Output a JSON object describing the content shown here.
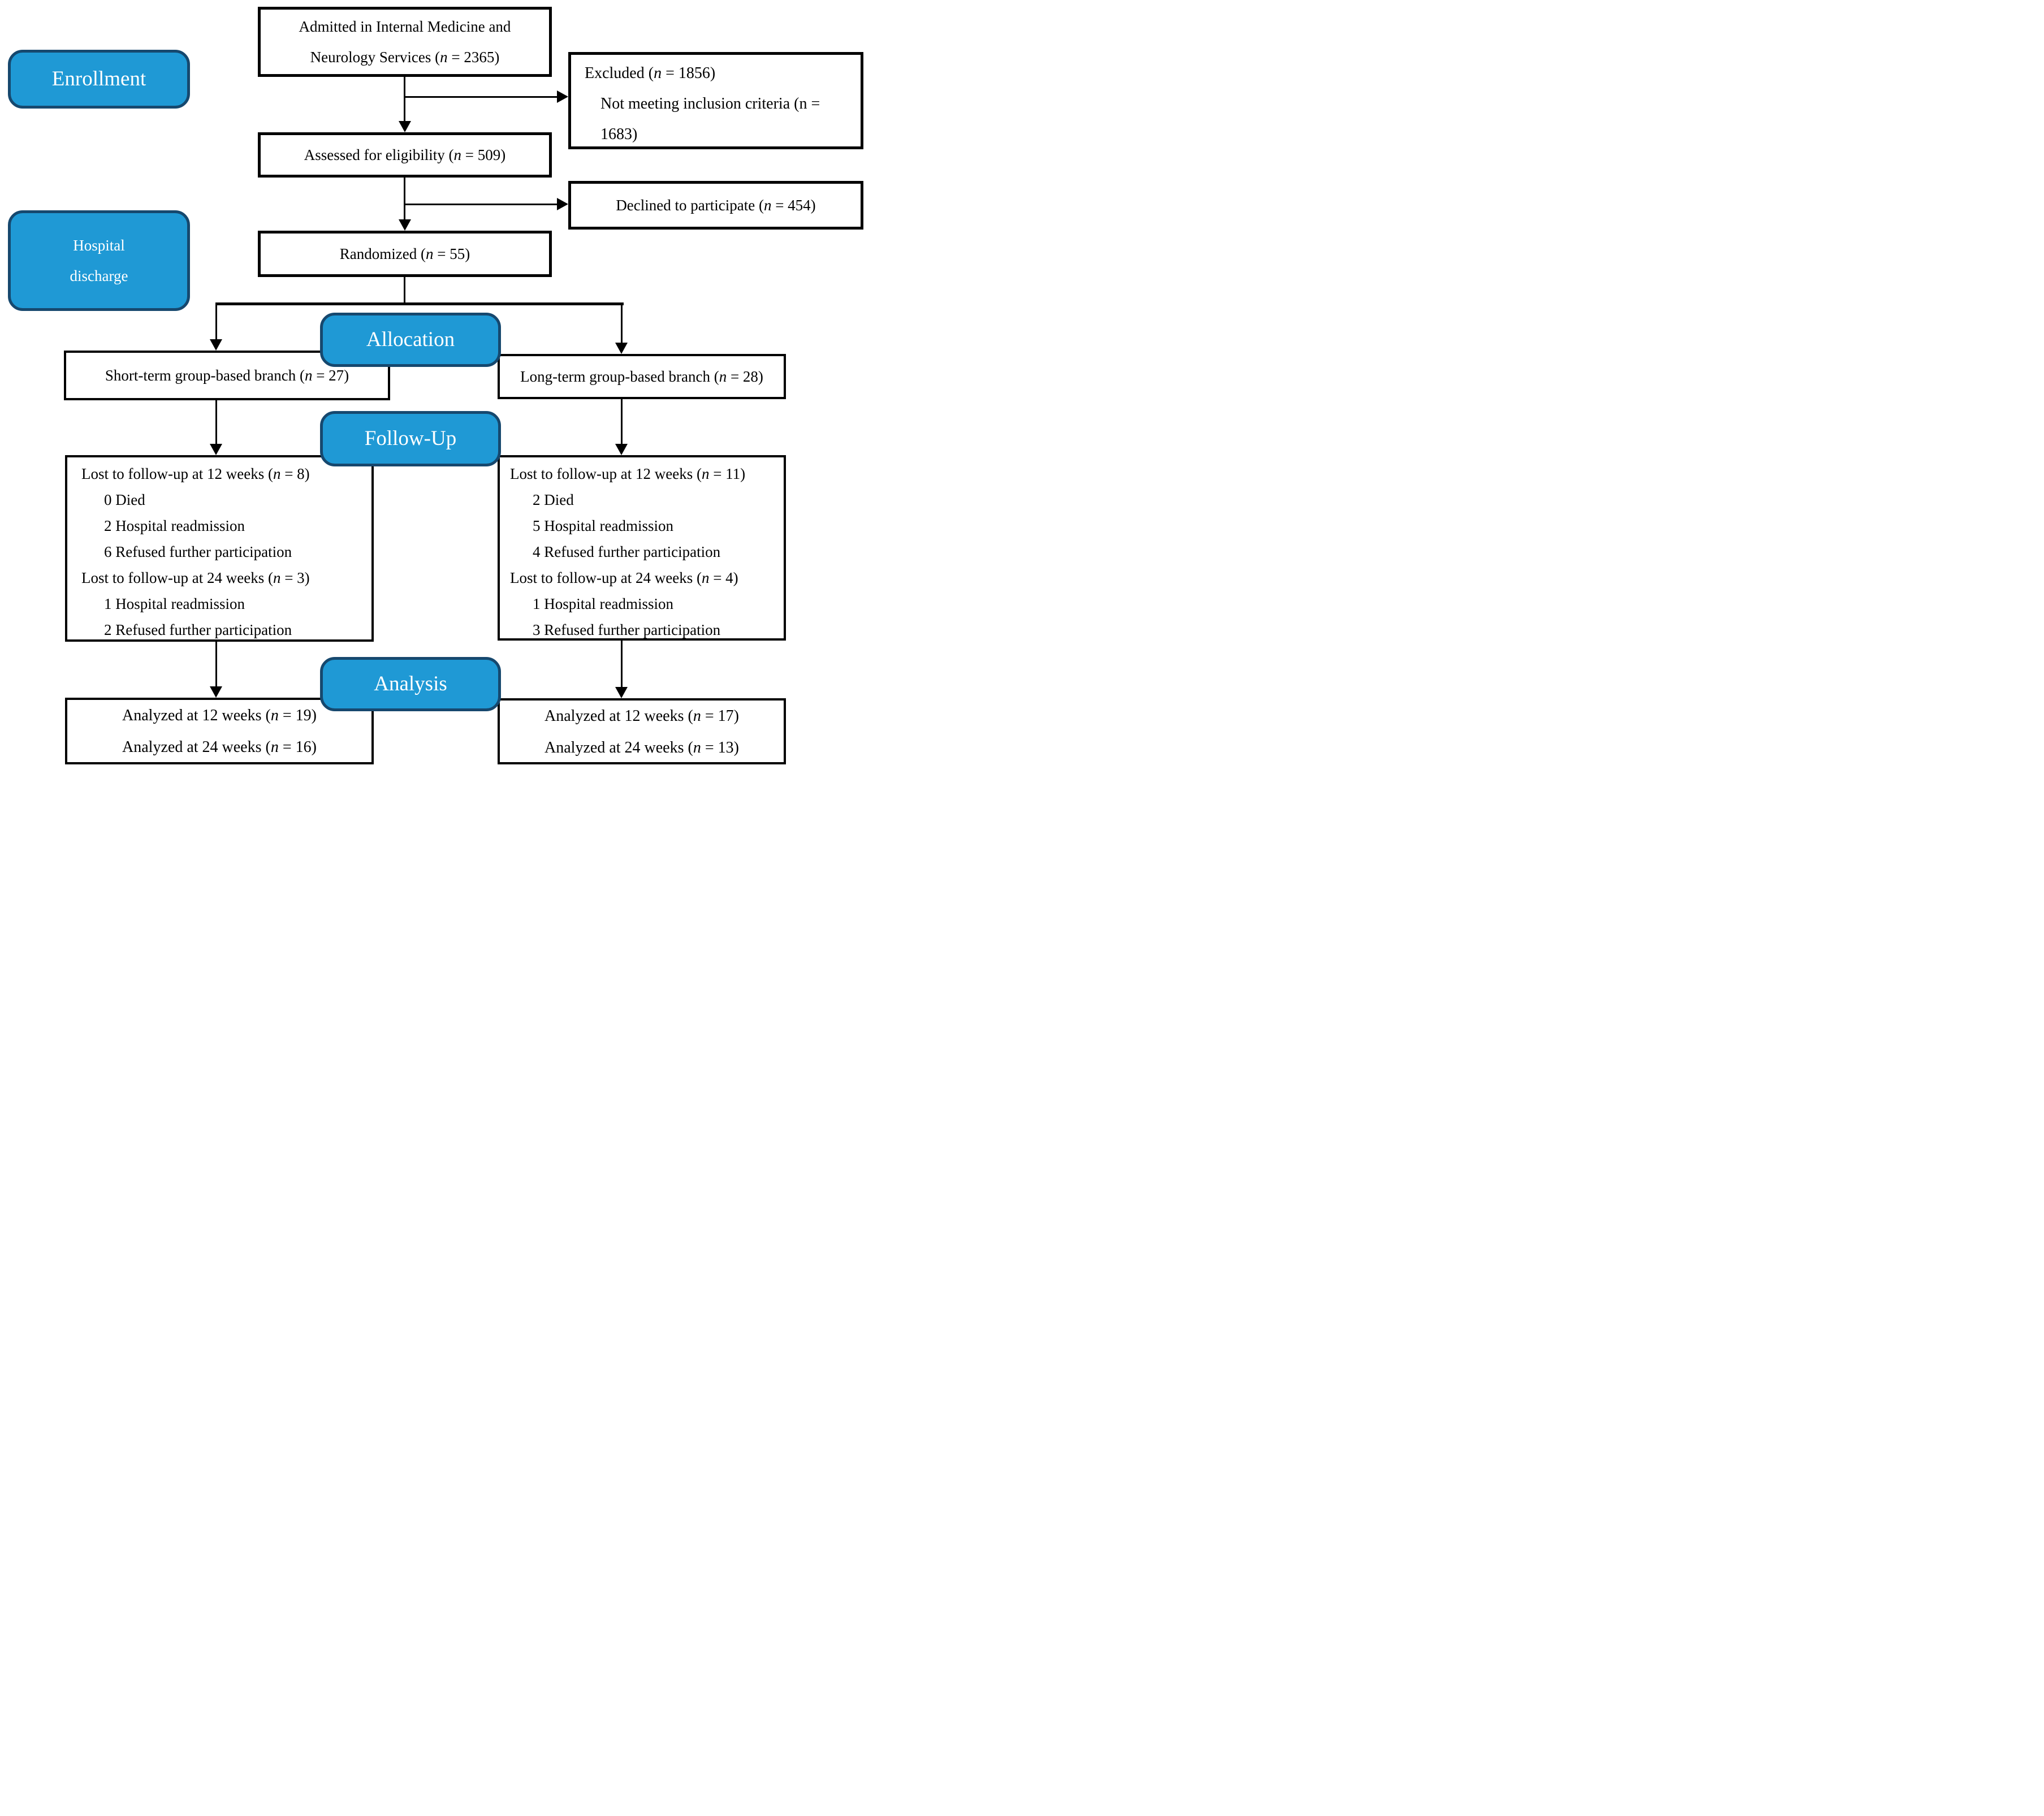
{
  "diagram": {
    "type": "consort-flow-diagram",
    "colors": {
      "badge_fill": "#1F99D5",
      "badge_border": "#16486E",
      "badge_text": "#FFFFFF",
      "box_border": "#000000",
      "box_text": "#000000",
      "line": "#000000",
      "background": "#FFFFFF"
    },
    "badges": {
      "enrollment": {
        "label": "Enrollment"
      },
      "hospital_discharge": {
        "line1": "Hospital",
        "line2": "discharge"
      },
      "allocation": {
        "label": "Allocation"
      },
      "follow_up": {
        "label": "Follow-Up"
      },
      "analysis": {
        "label": "Analysis"
      }
    },
    "boxes": {
      "admitted": {
        "line1": "Admitted in Internal Medicine and",
        "line2": "Neurology Services (n = 2365)"
      },
      "excluded": {
        "line1": "Excluded (n = 1856)",
        "line2": "Not meeting inclusion criteria (n =",
        "line3": "1683)"
      },
      "assessed": {
        "text": "Assessed for eligibility (n = 509)"
      },
      "declined": {
        "text": "Declined to participate (n = 454)"
      },
      "randomized": {
        "text": "Randomized (n = 55)"
      },
      "branch_left": {
        "text": "Short-term group-based branch (n = 27)"
      },
      "branch_right": {
        "text": "Long-term group-based branch (n = 28)"
      },
      "followup_left": {
        "lines": [
          "Lost to follow-up at 12 weeks (n = 8)",
          "0 Died",
          "2 Hospital readmission",
          "6 Refused further participation",
          "Lost to follow-up at 24 weeks (n = 3)",
          "1 Hospital readmission",
          "2 Refused further participation"
        ]
      },
      "followup_right": {
        "lines": [
          "Lost to follow-up at 12 weeks (n = 11)",
          "2 Died",
          "5 Hospital readmission",
          "4 Refused further participation",
          "Lost to follow-up at 24 weeks (n = 4)",
          "1 Hospital readmission",
          "3 Refused further participation"
        ]
      },
      "analysis_left": {
        "line1": "Analyzed at 12 weeks (n = 19)",
        "line2": "Analyzed at 24 weeks (n = 16)"
      },
      "analysis_right": {
        "line1": "Analyzed at 12 weeks (n = 17)",
        "line2": "Analyzed at 24 weeks (n = 13)"
      }
    }
  }
}
